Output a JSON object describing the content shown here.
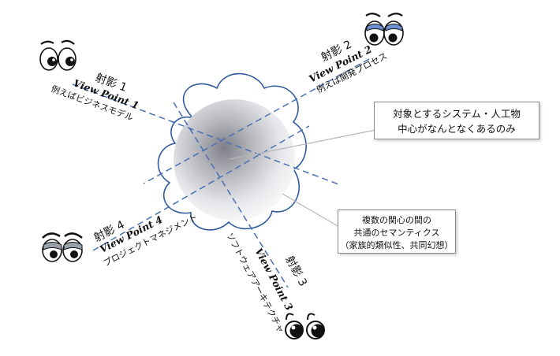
{
  "viewpoints": [
    {
      "projection": "射影 1",
      "title": "View Point 1",
      "example": "例えばビジネスモデル"
    },
    {
      "projection": "射影 2",
      "title": "View Point 2",
      "example": "例えば開発プロセス"
    },
    {
      "projection": "射影 3",
      "title": "View Point 3",
      "example": "ソフトウェアアーキテクチャ"
    },
    {
      "projection": "射影 4",
      "title": "View Point 4",
      "example": "プロジェクトマネジメント"
    }
  ],
  "callouts": {
    "system": [
      "対象とするシステム・人工物",
      "中心がなんとなくあるのみ"
    ],
    "semantics": [
      "複数の関心の間の",
      "共通のセマンティクス",
      "（家族的類似性、共同幻想）"
    ]
  },
  "colors": {
    "dashed_line": "#4a6fb5",
    "cloud_outline": "#2f5a9e"
  },
  "icons": [
    "eyes-icon-viewer-1",
    "eyes-icon-viewer-2",
    "eyes-icon-viewer-3",
    "eyes-icon-viewer-4"
  ]
}
